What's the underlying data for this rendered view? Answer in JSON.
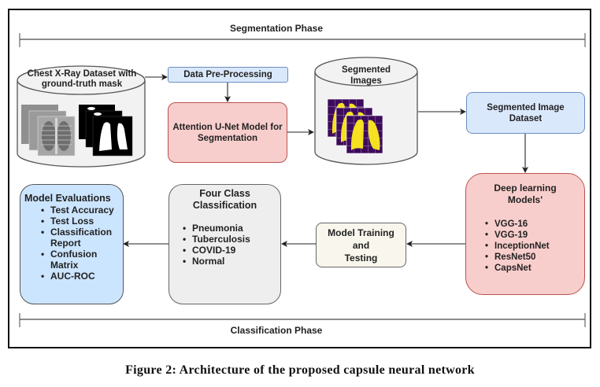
{
  "diagram": {
    "phases": {
      "segmentation": "Segmentation Phase",
      "classification": "Classification Phase"
    },
    "nodes": {
      "chest_xray_dataset": {
        "label_line1": "Chest X-Ray Dataset with",
        "label_line2": "ground-truth mask",
        "shape": "cylinder"
      },
      "data_preprocessing": {
        "label": "Data Pre-Processing"
      },
      "attention_unet": {
        "label_line1": "Attention U-Net Model for",
        "label_line2": "Segmentation"
      },
      "segmented_images": {
        "label_line1": "Segmented",
        "label_line2": "Images",
        "shape": "cylinder"
      },
      "segmented_image_dataset": {
        "label_line1": "Segmented Image",
        "label_line2": "Dataset"
      },
      "deep_learning_models": {
        "title_line1": "Deep learning",
        "title_line2": "Models'",
        "items": [
          "VGG-16",
          "VGG-19",
          "InceptionNet",
          "ResNet50",
          "CapsNet"
        ]
      },
      "model_training": {
        "label_line1": "Model Training",
        "label_line2": "and",
        "label_line3": "Testing"
      },
      "four_class": {
        "title_line1": "Four Class",
        "title_line2": "Classification",
        "items": [
          "Pneumonia",
          "Tuberculosis",
          "COVID-19",
          "Normal"
        ]
      },
      "model_evaluations": {
        "title": "Model Evaluations",
        "items": [
          "Test Accuracy",
          "Test Loss",
          "Classification Report",
          "Confusion Matrix",
          "AUC-ROC"
        ]
      }
    },
    "edges": [
      {
        "from": "chest_xray_dataset",
        "to": "data_preprocessing"
      },
      {
        "from": "data_preprocessing",
        "to": "attention_unet"
      },
      {
        "from": "attention_unet",
        "to": "segmented_images"
      },
      {
        "from": "segmented_images",
        "to": "segmented_image_dataset"
      },
      {
        "from": "segmented_image_dataset",
        "to": "deep_learning_models"
      },
      {
        "from": "deep_learning_models",
        "to": "model_training"
      },
      {
        "from": "model_training",
        "to": "four_class"
      },
      {
        "from": "four_class",
        "to": "model_evaluations"
      }
    ],
    "colors": {
      "blue_fill": "#dae8fc",
      "blue_stroke": "#6c8ebf",
      "red_fill": "#f8cecc",
      "red_stroke": "#b85450",
      "gray_fill": "#eeeeee",
      "gray_stroke": "#666666",
      "cream_fill": "#f9f7ed",
      "eval_fill": "#cce5ff",
      "mask_purple": "#3d0a5c",
      "mask_yellow": "#f5e021"
    }
  },
  "caption": "Figure 2: Architecture of the proposed capsule neural network"
}
